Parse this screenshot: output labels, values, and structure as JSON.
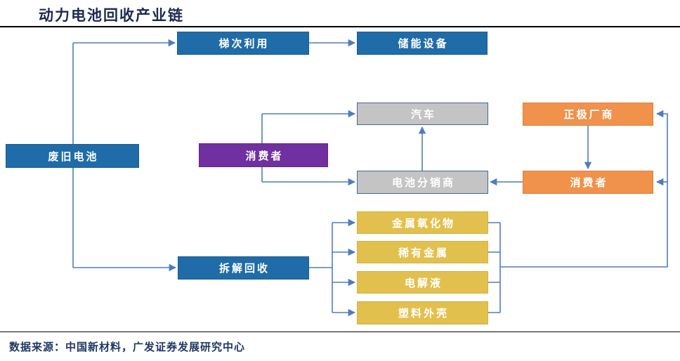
{
  "title": "动力电池回收产业链",
  "source_note": "数据来源：中国新材料，广发证券发展研究中心",
  "colors": {
    "dark_blue": "#1F6CA8",
    "dark_blue_border": "#1B5E94",
    "purple": "#7030A0",
    "purple_border": "#61288A",
    "orange": "#F0914C",
    "orange_border": "#E07E3C",
    "yellow": "#E2C04E",
    "yellow_border": "#D4B23C",
    "gray": "#C4C4C4",
    "gray_border": "#44679A",
    "connector_blue": "#4E7DBE",
    "title_navy": "#1C2951",
    "source_navy": "#1F3864"
  },
  "nodes": {
    "waste_battery": {
      "label": "废旧电池",
      "type": "blue"
    },
    "echelon_use": {
      "label": "梯次利用",
      "type": "blue"
    },
    "energy_storage": {
      "label": "储能设备",
      "type": "blue"
    },
    "consumer_mid": {
      "label": "消费者",
      "type": "purple"
    },
    "automobile": {
      "label": "汽车",
      "type": "gray"
    },
    "battery_distributor": {
      "label": "电池分销商",
      "type": "gray"
    },
    "cathode_manufacturer": {
      "label": "正极厂商",
      "type": "orange"
    },
    "consumer_right": {
      "label": "消费者",
      "type": "orange"
    },
    "dismantle_recycle": {
      "label": "拆解回收",
      "type": "blue"
    },
    "metal_oxide": {
      "label": "金属氧化物",
      "type": "yellow"
    },
    "rare_metal": {
      "label": "稀有金属",
      "type": "yellow"
    },
    "electrolyte": {
      "label": "电解液",
      "type": "yellow"
    },
    "plastic_shell": {
      "label": "塑料外壳",
      "type": "yellow"
    }
  }
}
